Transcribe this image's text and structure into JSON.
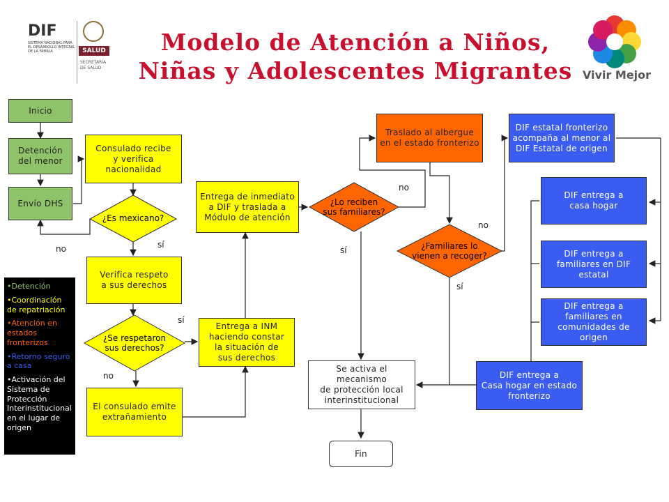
{
  "title": {
    "line1": "Modelo de Atención a Niños,",
    "line2": "Niñas y Adolescentes Migrantes"
  },
  "logos": {
    "dif_text": "DIF",
    "dif_subtitle": "SISTEMA NACIONAL PARA EL DESARROLLO INTEGRAL DE LA FAMILIA",
    "salud_badge": "SALUD",
    "salud_subtitle": "SECRETARÍA DE SALUD",
    "vivir_mejor": "Vivir Mejor"
  },
  "nodes": {
    "inicio": "Inicio",
    "detencion": "Detención\ndel menor",
    "envio_dhs": "Envío DHS",
    "consulado": "Consulado recibe\ny verifica\nnacionalidad",
    "es_mexicano": "¿Es mexicano?",
    "verifica": "Verifica respeto\na sus derechos",
    "se_respetaron": "¿Se respetaron\nsus derechos?",
    "consulado_emite": "El consulado emite\nextrañamiento",
    "entrega_inm": "Entrega a INM\nhaciendo constar\nla situación de\nsus derechos",
    "entrega_dif": "Entrega de inmediato\na DIF y traslada a\nMódulo de atención",
    "lo_reciben": "¿Lo reciben\nsus familiares?",
    "traslado": "Traslado al albergue\nen el estado fronterizo",
    "familiares_recoger": "¿Familiares lo\nvienen a recoger?",
    "dif_estatal": "DIF estatal fronterizo\nacompaña al menor al\nDIF Estatal de origen",
    "dif_casa_hogar": "DIF entrega a\ncasa hogar",
    "dif_familiares_estatal": "DIF entrega a\nfamiliares en DIF estatal",
    "dif_comunidades": "DIF entrega a\nfamiliares en\ncomunidades de origen",
    "dif_casa_fronterizo": "DIF entrega a\nCasa hogar en estado\nfronterizo",
    "mecanismo": "Se activa el mecanismo\nde protección local\ninterinstitucional",
    "fin": "Fin"
  },
  "edge_labels": {
    "no_mexicano": "no",
    "si_mexicano": "sí",
    "si_respetaron": "sí",
    "no_respetaron": "no",
    "no_reciben": "no",
    "si_reciben": "sí",
    "no_recoger": "no",
    "si_recoger": "sí"
  },
  "legend": [
    {
      "text": "•Detención",
      "color": "#8fc36a"
    },
    {
      "text": "•Coordinación de repatriación",
      "color": "#ffff00"
    },
    {
      "text": "•Atención en estados fronterizos",
      "color": "#ff6600"
    },
    {
      "text": "•Retorno seguro a casa",
      "color": "#3a5cf0"
    },
    {
      "text": "•Activación del Sistema de Protección Interinstitucional en el lugar de origen",
      "color": "#ffffff"
    }
  ]
}
